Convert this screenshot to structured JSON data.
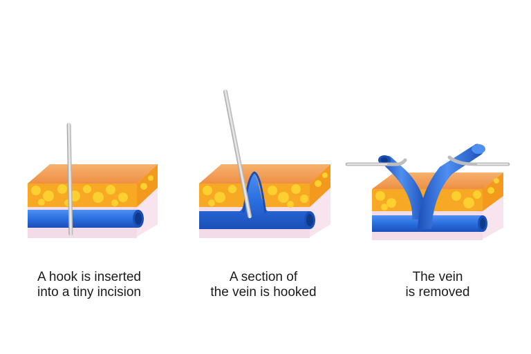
{
  "panels": [
    {
      "caption": [
        "A hook is inserted",
        "into a tiny incision"
      ]
    },
    {
      "caption": [
        "A section of",
        "the vein is hooked"
      ]
    },
    {
      "caption": [
        "The vein",
        "is removed"
      ]
    }
  ],
  "colors": {
    "skin_top": "#f4a15a",
    "fat": "#f7a824",
    "fat_blob": "#fcd02e",
    "dermis": "#f6e3ec",
    "vein": "#2a6fe0",
    "vein_dark": "#1b4fb8",
    "hook": "#cfcfcf"
  }
}
